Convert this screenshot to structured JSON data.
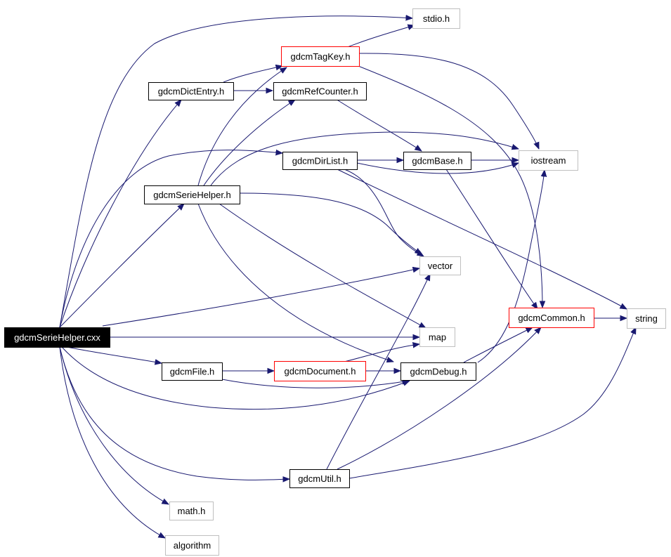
{
  "diagram": {
    "type": "include-dependency-graph",
    "colors": {
      "edge": "#191970",
      "root_fill": "#000000",
      "root_text": "#ffffff",
      "documented_border": "#000000",
      "undocumented_border": "#bfbfbf",
      "truncated_border": "#ff0000",
      "node_fill": "#ffffff",
      "text": "#000000"
    },
    "nodes": [
      {
        "id": "root",
        "label": "gdcmSerieHelper.cxx",
        "style": "root"
      },
      {
        "id": "stdio",
        "label": "stdio.h",
        "style": "external"
      },
      {
        "id": "tagkey",
        "label": "gdcmTagKey.h",
        "style": "truncated"
      },
      {
        "id": "dictentry",
        "label": "gdcmDictEntry.h",
        "style": "documented"
      },
      {
        "id": "refcounter",
        "label": "gdcmRefCounter.h",
        "style": "documented"
      },
      {
        "id": "dirlist",
        "label": "gdcmDirList.h",
        "style": "documented"
      },
      {
        "id": "base",
        "label": "gdcmBase.h",
        "style": "documented"
      },
      {
        "id": "iostream",
        "label": "iostream",
        "style": "external"
      },
      {
        "id": "seriehelper",
        "label": "gdcmSerieHelper.h",
        "style": "documented"
      },
      {
        "id": "vector",
        "label": "vector",
        "style": "external"
      },
      {
        "id": "common",
        "label": "gdcmCommon.h",
        "style": "truncated"
      },
      {
        "id": "string",
        "label": "string",
        "style": "external"
      },
      {
        "id": "map",
        "label": "map",
        "style": "external"
      },
      {
        "id": "file",
        "label": "gdcmFile.h",
        "style": "documented"
      },
      {
        "id": "document",
        "label": "gdcmDocument.h",
        "style": "truncated"
      },
      {
        "id": "debug",
        "label": "gdcmDebug.h",
        "style": "documented"
      },
      {
        "id": "util",
        "label": "gdcmUtil.h",
        "style": "documented"
      },
      {
        "id": "math",
        "label": "math.h",
        "style": "external"
      },
      {
        "id": "algorithm",
        "label": "algorithm",
        "style": "external"
      }
    ],
    "edges": [
      {
        "from": "root",
        "to": "stdio"
      },
      {
        "from": "root",
        "to": "dictentry"
      },
      {
        "from": "root",
        "to": "dirlist"
      },
      {
        "from": "root",
        "to": "seriehelper"
      },
      {
        "from": "root",
        "to": "vector"
      },
      {
        "from": "root",
        "to": "map"
      },
      {
        "from": "root",
        "to": "file"
      },
      {
        "from": "root",
        "to": "debug"
      },
      {
        "from": "root",
        "to": "util"
      },
      {
        "from": "root",
        "to": "math"
      },
      {
        "from": "root",
        "to": "algorithm"
      },
      {
        "from": "tagkey",
        "to": "stdio"
      },
      {
        "from": "tagkey",
        "to": "iostream"
      },
      {
        "from": "tagkey",
        "to": "common"
      },
      {
        "from": "dictentry",
        "to": "tagkey"
      },
      {
        "from": "dictentry",
        "to": "refcounter"
      },
      {
        "from": "refcounter",
        "to": "base"
      },
      {
        "from": "dirlist",
        "to": "base"
      },
      {
        "from": "dirlist",
        "to": "iostream"
      },
      {
        "from": "dirlist",
        "to": "vector"
      },
      {
        "from": "dirlist",
        "to": "string"
      },
      {
        "from": "base",
        "to": "iostream"
      },
      {
        "from": "base",
        "to": "common"
      },
      {
        "from": "seriehelper",
        "to": "tagkey"
      },
      {
        "from": "seriehelper",
        "to": "refcounter"
      },
      {
        "from": "seriehelper",
        "to": "iostream"
      },
      {
        "from": "seriehelper",
        "to": "vector"
      },
      {
        "from": "seriehelper",
        "to": "map"
      },
      {
        "from": "seriehelper",
        "to": "debug"
      },
      {
        "from": "common",
        "to": "string"
      },
      {
        "from": "file",
        "to": "document"
      },
      {
        "from": "file",
        "to": "debug"
      },
      {
        "from": "document",
        "to": "map"
      },
      {
        "from": "document",
        "to": "debug"
      },
      {
        "from": "debug",
        "to": "iostream"
      },
      {
        "from": "debug",
        "to": "common"
      },
      {
        "from": "util",
        "to": "vector"
      },
      {
        "from": "util",
        "to": "common"
      },
      {
        "from": "util",
        "to": "string"
      }
    ]
  }
}
